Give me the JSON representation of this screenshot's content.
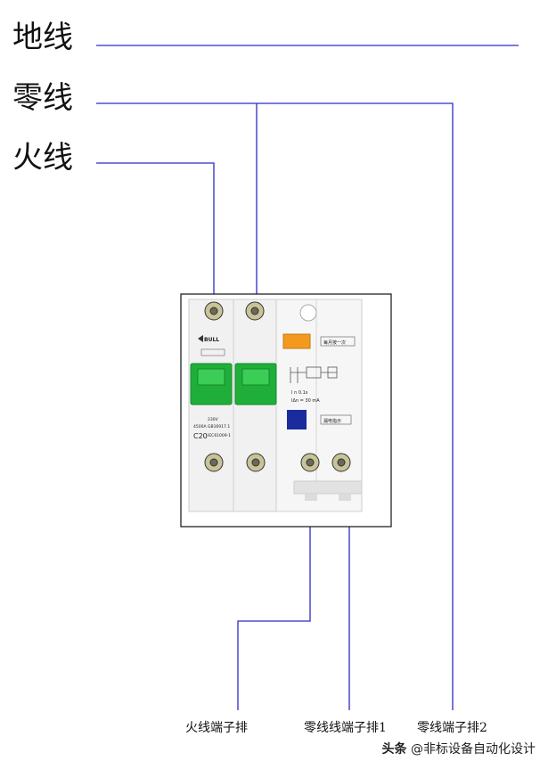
{
  "labels": {
    "ground": "地线",
    "neutral": "零线",
    "live": "火线"
  },
  "terminals": {
    "live_block": "火线端子排",
    "neutral_block_1": "零线线端子排1",
    "neutral_block_2": "零线端子排2"
  },
  "breaker": {
    "brand": "BULL",
    "rating": "C20",
    "voltage": "230V",
    "capacity": "4500A",
    "standard_1": "GB16917.1",
    "standard_2": "IEC61009-1",
    "test_label": "每月按一次",
    "trip_spec_1": "I n 0.1s",
    "trip_spec_2": "IΔn = 30 mA",
    "leak_label": "漏电指示"
  },
  "watermark": {
    "prefix": "头条",
    "text": "@非标设备自动化设计"
  },
  "colors": {
    "wire": "#2b2bc8",
    "handle": "#1fae3a",
    "test_button": "#f39a1e",
    "indicator": "#1a2b9e"
  }
}
